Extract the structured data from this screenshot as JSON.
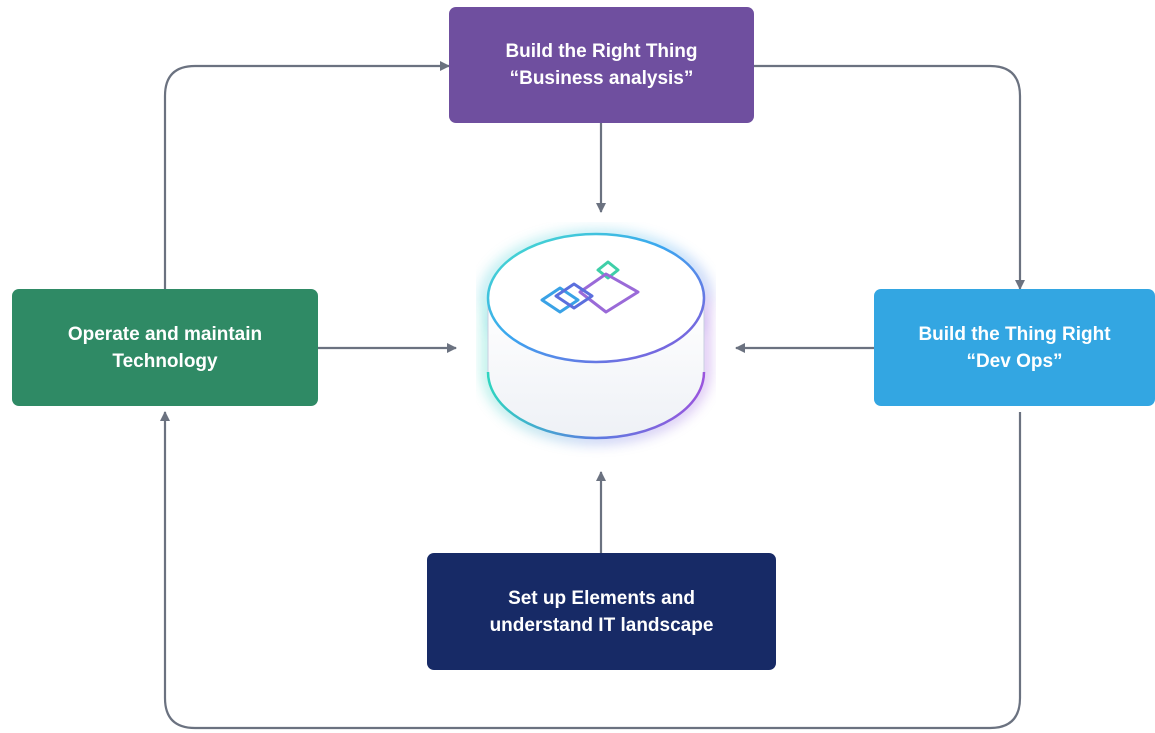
{
  "diagram": {
    "top_box": {
      "line1": "Build the Right Thing",
      "line2": "“Business analysis”",
      "color": "#6f4f9f"
    },
    "left_box": {
      "line1": "Operate and maintain",
      "line2": "Technology",
      "color": "#2f8a65"
    },
    "right_box": {
      "line1": "Build the Thing Right",
      "line2": "“Dev Ops”",
      "color": "#33a6e2"
    },
    "bottom_box": {
      "line1": "Set up Elements and",
      "line2": "understand IT landscape",
      "color": "#172a66"
    },
    "hub": {
      "icon": "stacked-diamonds-logo-icon"
    },
    "connector_color": "#6b7280"
  }
}
